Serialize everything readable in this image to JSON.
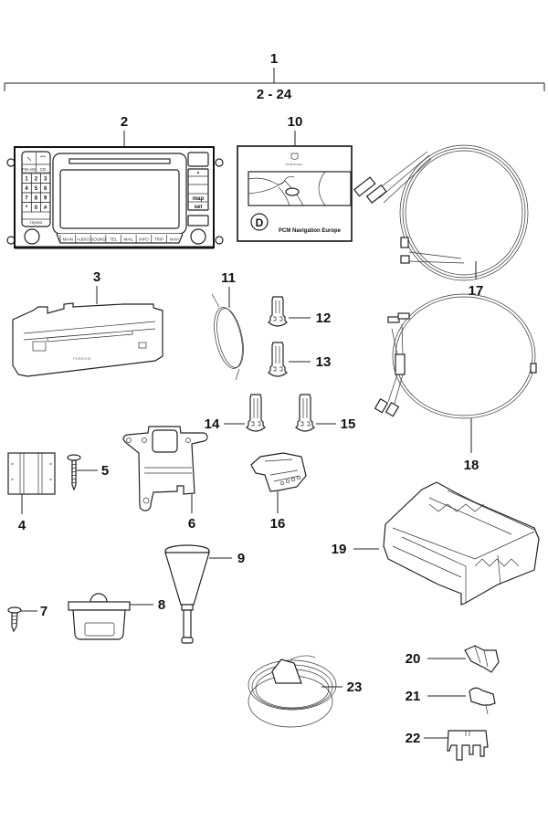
{
  "diagram": {
    "type": "exploded-parts-diagram",
    "assembly": {
      "callout": "1",
      "range_label": "2 - 24"
    },
    "parts": [
      {
        "callout": "2",
        "name": "PCM navigation/radio head unit"
      },
      {
        "callout": "3",
        "name": "DVD/navigation drive unit"
      },
      {
        "callout": "4",
        "name": "clip"
      },
      {
        "callout": "5",
        "name": "screw"
      },
      {
        "callout": "6",
        "name": "mounting bracket"
      },
      {
        "callout": "7",
        "name": "screw"
      },
      {
        "callout": "8",
        "name": "cap"
      },
      {
        "callout": "9",
        "name": "funnel / antenna base"
      },
      {
        "callout": "10",
        "name": "navigation DVD"
      },
      {
        "callout": "11",
        "name": "wire"
      },
      {
        "callout": "12",
        "name": "terminal"
      },
      {
        "callout": "13",
        "name": "terminal"
      },
      {
        "callout": "14",
        "name": "terminal"
      },
      {
        "callout": "15",
        "name": "terminal"
      },
      {
        "callout": "16",
        "name": "connector housing"
      },
      {
        "callout": "17",
        "name": "wiring harness"
      },
      {
        "callout": "18",
        "name": "wiring harness"
      },
      {
        "callout": "19",
        "name": "holder / carrier"
      },
      {
        "callout": "20",
        "name": "connector"
      },
      {
        "callout": "21",
        "name": "clip"
      },
      {
        "callout": "22",
        "name": "holder"
      },
      {
        "callout": "23",
        "name": "antenna cable"
      }
    ],
    "head_unit": {
      "phone_keys": [
        "FM-AM",
        "CD"
      ],
      "keypad": [
        "1",
        "2",
        "3",
        "4",
        "5",
        "6",
        "7",
        "8",
        "9",
        "*",
        "0",
        "#"
      ],
      "repeat_label": "repeat",
      "right_keys": [
        "map",
        "set"
      ],
      "bottom_keys": [
        "MAIN",
        "AUDIO",
        "SOUND",
        "TEL",
        "MAIL",
        "INFO",
        "TRIP",
        "NAVI"
      ]
    },
    "dvd_box": {
      "brand": "PORSCHE",
      "region_letter": "D",
      "title": "PCM Navigation Europe"
    }
  }
}
